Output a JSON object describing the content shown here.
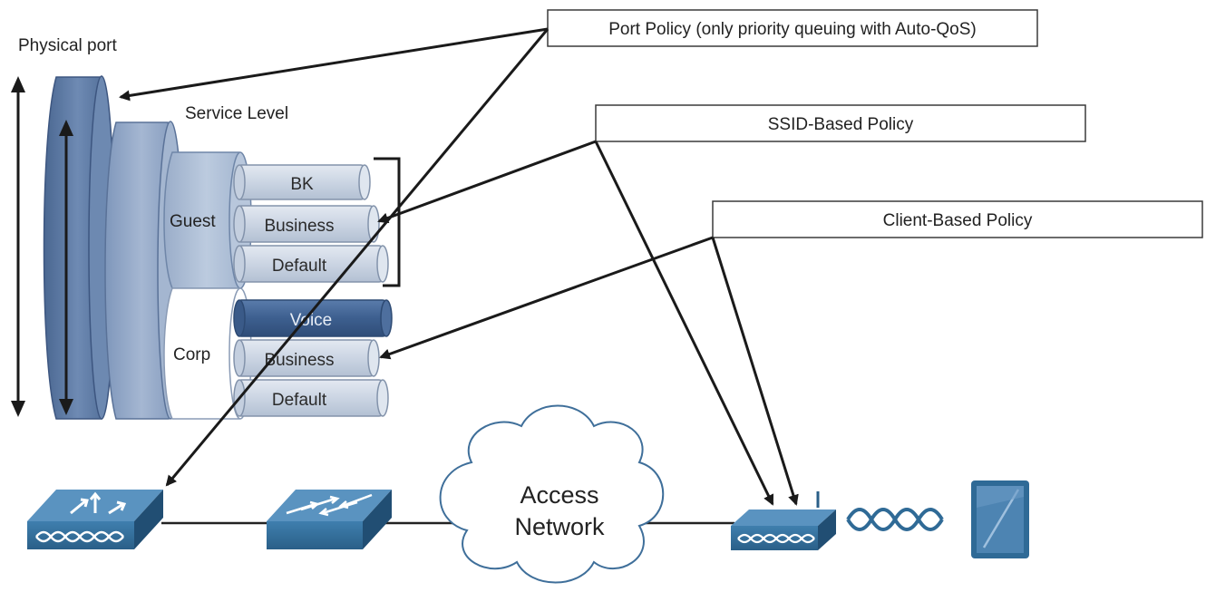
{
  "labels": {
    "physical_port": "Physical port",
    "service_level": "Service Level",
    "guest": "Guest",
    "corp": "Corp"
  },
  "queues": {
    "guest": [
      "BK",
      "Business",
      "Default"
    ],
    "corp": [
      "Voice",
      "Business",
      "Default"
    ]
  },
  "policies": {
    "port": "Port Policy (only priority queuing with Auto-QoS)",
    "ssid": "SSID-Based Policy",
    "client": "Client-Based Policy"
  },
  "cloud": {
    "line1": "Access",
    "line2": "Network"
  },
  "devices": [
    "router-icon",
    "switch-icon",
    "access-point-icon",
    "wireless-signal-icon",
    "tablet-icon"
  ],
  "colors": {
    "physical_port": "#5b78a3",
    "service_level": "#8ea4c3",
    "guest_disk": "#a6b7cf",
    "corp_disk": "#ffffff",
    "pipe": "#cfd8e5",
    "voice_pipe": "#3f6292",
    "device": "#2f6a96"
  }
}
